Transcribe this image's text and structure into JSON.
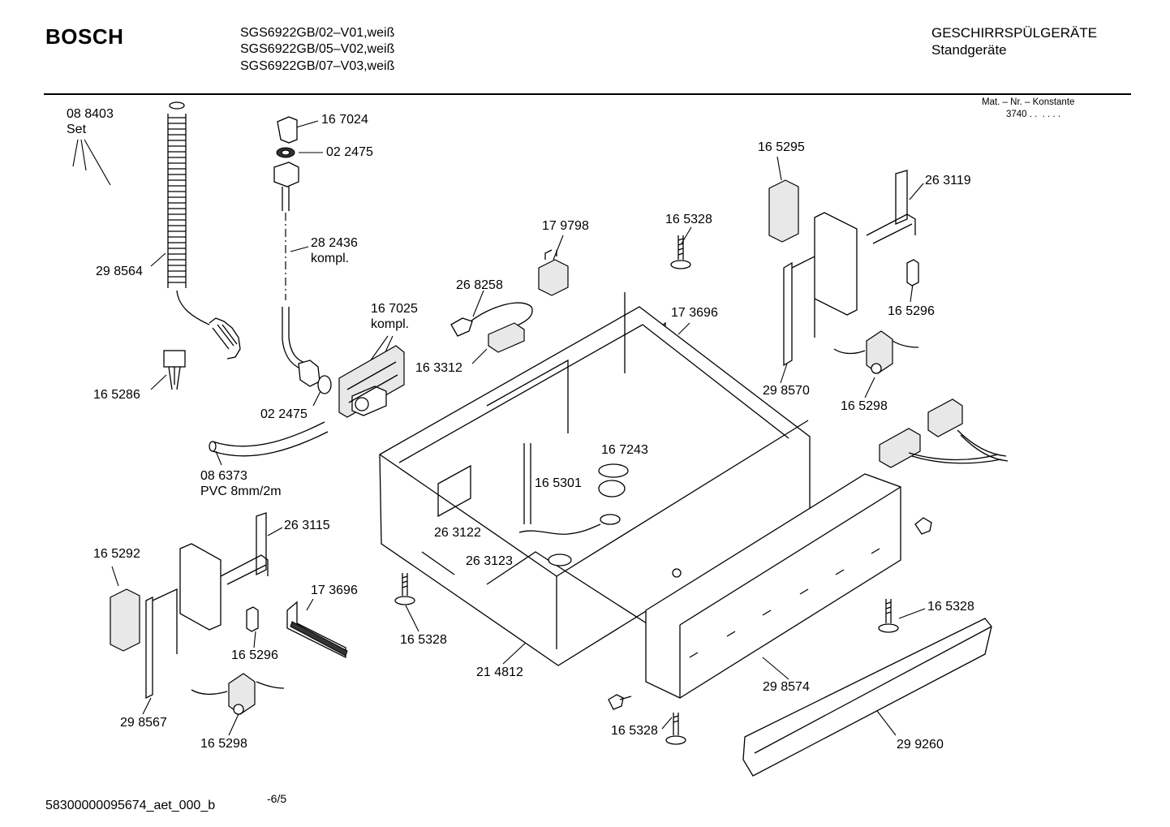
{
  "header": {
    "brand": "BOSCH",
    "models": [
      "SGS6922GB/02–V01,weiß",
      "SGS6922GB/05–V02,weiß",
      "SGS6922GB/07–V03,weiß"
    ],
    "category": "GESCHIRRSPÜLGERÄTE",
    "subcategory": "Standgeräte",
    "mat_label": "Mat. – Nr. – Konstante",
    "mat_value": "3740 . .  . . . ."
  },
  "labels": {
    "l_088403": "08 8403\nSet",
    "l_298564": "29 8564",
    "l_165286": "16 5286",
    "l_167024": "16 7024",
    "l_022475a": "02 2475",
    "l_282436": "28 2436\nkompl.",
    "l_167025": "16 7025\nkompl.",
    "l_022475b": "02 2475",
    "l_086373": "08 6373\nPVC 8mm/2m",
    "l_268258": "26 8258",
    "l_163312": "16 3312",
    "l_179798": "17 9798",
    "l_165328a": "16 5328",
    "l_173696a": "17 3696",
    "l_165295": "16 5295",
    "l_263119": "26 3119",
    "l_165296a": "16 5296",
    "l_298570": "29 8570",
    "l_165298a": "16 5298",
    "l_167243": "16 7243",
    "l_165301": "16 5301",
    "l_263122": "26 3122",
    "l_263123": "26 3123",
    "l_165292": "16 5292",
    "l_263115": "26 3115",
    "l_173696b": "17 3696",
    "l_165296b": "16 5296",
    "l_298567": "29 8567",
    "l_165298b": "16 5298",
    "l_165328b": "16 5328",
    "l_214812": "21 4812",
    "l_165328c": "16 5328",
    "l_298574": "29 8574",
    "l_165328d": "16 5328",
    "l_299260": "29 9260"
  },
  "footer": {
    "doc_id": "58300000095674_aet_000_b",
    "page": "-6/5"
  }
}
